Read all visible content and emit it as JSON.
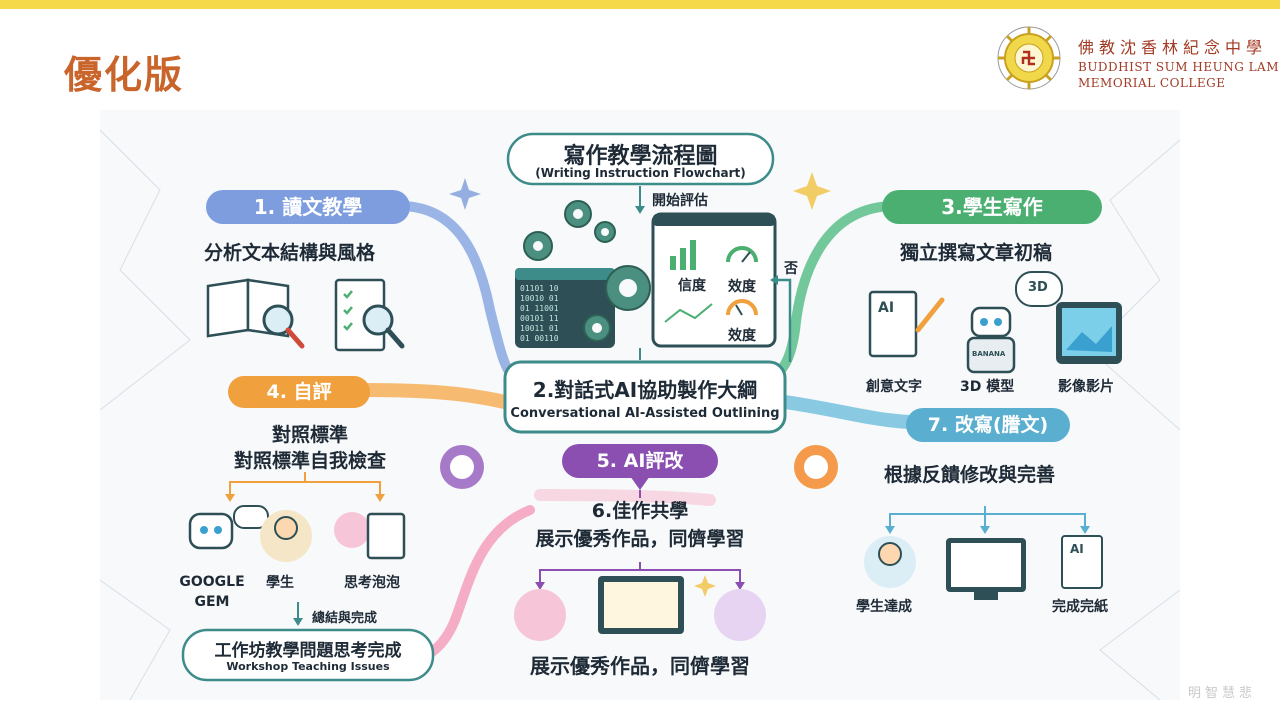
{
  "slide": {
    "title": "優化版",
    "school_name_zh": "佛教沈香林紀念中學",
    "school_name_en_line1": "BUDDHIST SUM HEUNG LAM",
    "school_name_en_line2": "MEMORIAL COLLEGE",
    "watermark": "明智慧悲"
  },
  "diagram": {
    "title_zh": "寫作教學流程圖",
    "title_en": "(Writing Instruction Flowchart)",
    "start_eval": "開始評估",
    "reliability": "信度",
    "validity_1": "效度",
    "validity_2": "效度",
    "no_label": "否",
    "center_zh": "2.對話式AI協助製作大綱",
    "center_en": "Conversational AI-Assisted Outlining",
    "step1": {
      "pill": "1. 讀文教學",
      "subtitle": "分析文本結構與風格"
    },
    "step3": {
      "pill": "3.學生寫作",
      "subtitle": "獨立撰寫文章初稿",
      "items": [
        "創意文字",
        "3D 模型",
        "影像影片"
      ],
      "robot_badge": "BANANA"
    },
    "step4": {
      "pill": "4. 自評",
      "line1": "對照標準",
      "line2": "對照標準自我檢查",
      "items": [
        "GOOGLE GEM",
        "學生",
        "思考泡泡"
      ],
      "summary": "總結與完成",
      "workshop_zh": "工作坊教學問題思考完成",
      "workshop_en": "Workshop Teaching Issues"
    },
    "step5": {
      "pill": "5. AI評改"
    },
    "step6": {
      "title": "6.佳作共學",
      "line1": "展示優秀作品，同儕學習",
      "bottom": "展示優秀作品，同儕學習"
    },
    "step7": {
      "pill": "7. 改寫(謄文)",
      "subtitle": "根據反饋修改與完善",
      "items": [
        "學生達成",
        "完成完紙"
      ]
    },
    "ai_tag": "AI",
    "threeD_tag": "3D"
  },
  "colors": {
    "accent_title": "#c9642a",
    "step1": "#6b8fd6",
    "step3": "#4caf72",
    "step4": "#f0a03c",
    "step5": "#8a4fb0",
    "step6": "#f07aa0",
    "step7": "#5aaed0",
    "header_bar": "#f5d94a"
  }
}
